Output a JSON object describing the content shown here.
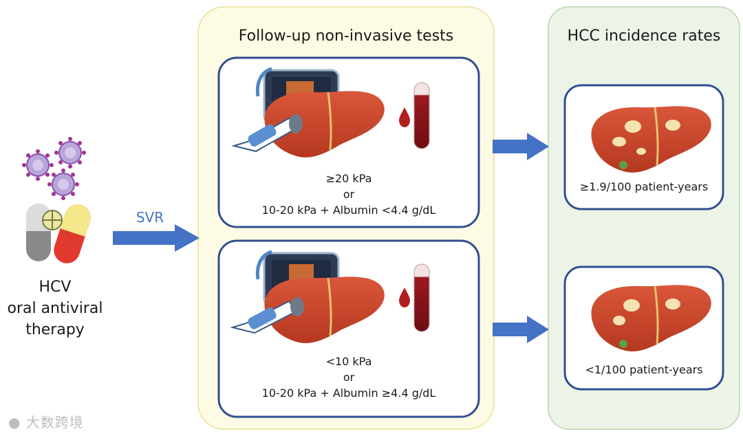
{
  "follow_up": {
    "title": "Follow-up non-invasive tests",
    "high_risk_criteria": [
      "≥20 kPa",
      "or",
      "10-20 kPa + Albumin <4.4 g/dL"
    ],
    "low_risk_criteria": [
      "<10 kPa",
      "or",
      "10-20 kPa + Albumin ≥4.4 g/dL"
    ]
  },
  "hcc": {
    "title": "HCC incidence rates",
    "high_rate": "≥1.9/100 patient-years",
    "low_rate": "<1/100 patient-years"
  },
  "left": {
    "label_lines": [
      "HCV",
      "oral antiviral",
      "therapy"
    ],
    "arrow_label": "SVR"
  },
  "watermark": {
    "text": "大数跨境"
  },
  "colors": {
    "follow_up_panel": "#fdfbe3",
    "follow_up_border": "#ece7a8",
    "hcc_panel": "#ecf4e8",
    "hcc_border": "#c8dbbf",
    "box_border": "#2f4f8f",
    "arrow": "#4472c4",
    "liver": "#c9452b",
    "blood": "#8e1118"
  }
}
